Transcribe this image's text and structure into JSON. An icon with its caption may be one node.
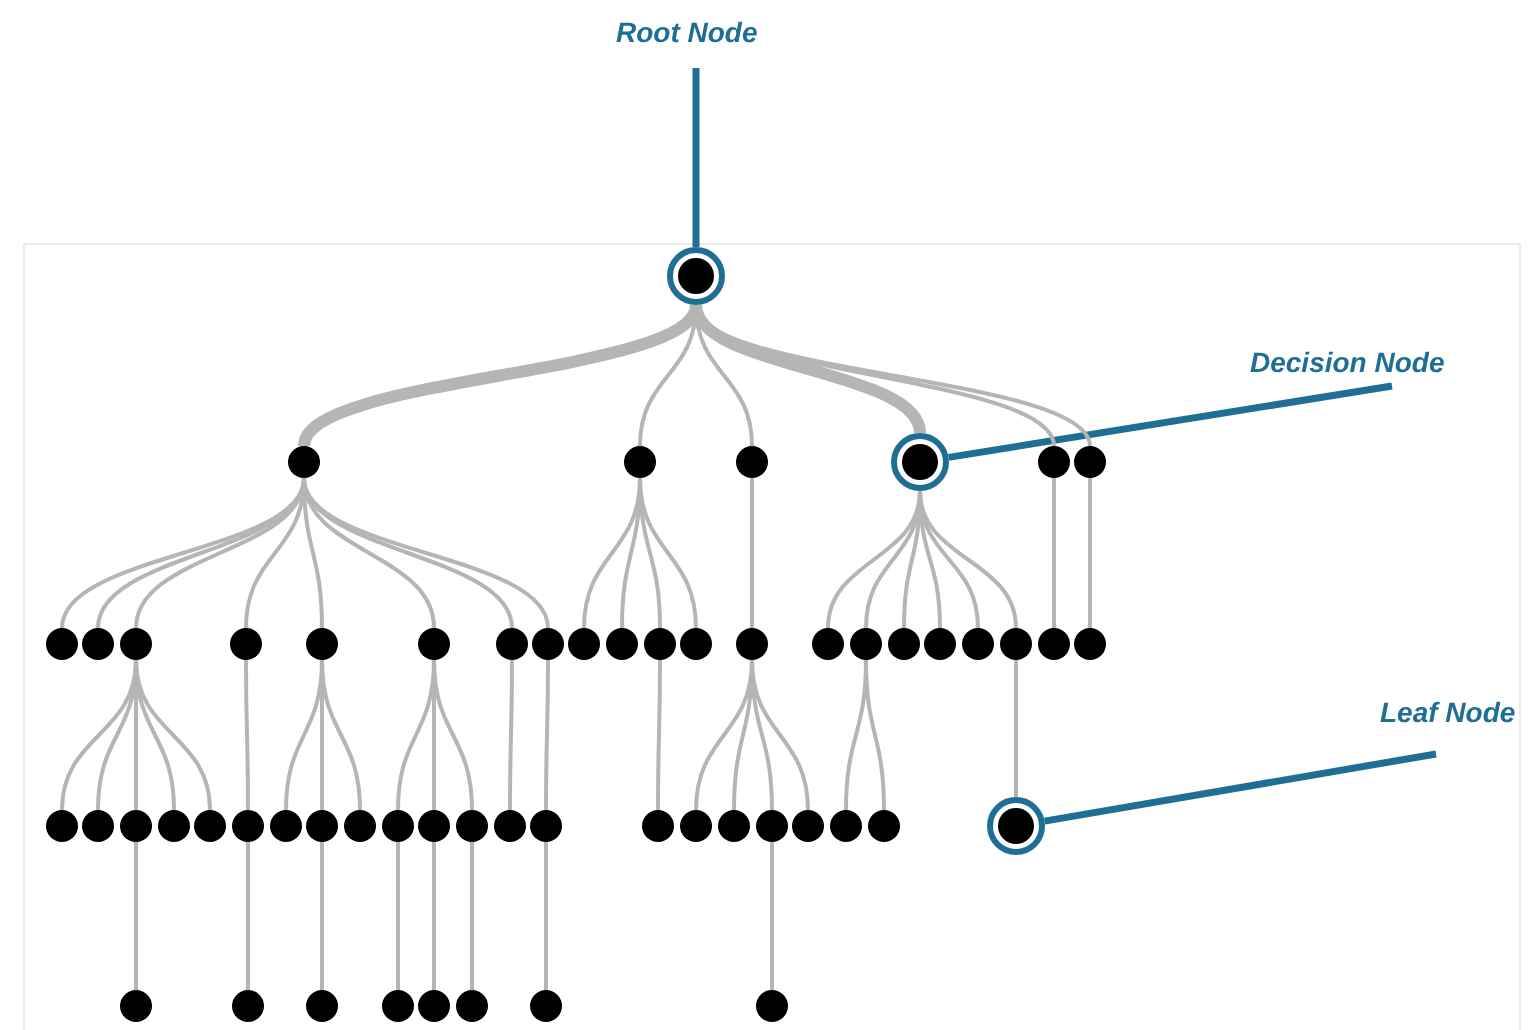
{
  "diagram": {
    "nodes": [
      {
        "text": [
          "Root Node"
        ]
      },
      {
        "text": [
          "Decision Node"
        ]
      },
      {
        "text": [
          "Leaf Node"
        ]
      },
      {
        "text": [],
        "shape": "circle"
      },
      {
        "text": [],
        "shape": "circle"
      },
      {
        "text": [],
        "shape": "circle"
      },
      {
        "text": [],
        "shape": "circle"
      },
      {
        "text": [],
        "shape": "circle"
      },
      {
        "text": [],
        "shape": "circle"
      },
      {
        "text": [],
        "shape": "circle"
      },
      {
        "text": [],
        "shape": "circle"
      },
      {
        "text": [],
        "shape": "circle"
      },
      {
        "text": [],
        "shape": "circle"
      },
      {
        "text": [],
        "shape": "circle"
      },
      {
        "text": [],
        "shape": "circle"
      },
      {
        "text": [],
        "shape": "circle"
      },
      {
        "text": [],
        "shape": "circle"
      },
      {
        "text": [],
        "shape": "circle"
      },
      {
        "text": [],
        "shape": "circle"
      },
      {
        "text": [],
        "shape": "circle"
      },
      {
        "text": [],
        "shape": "circle"
      },
      {
        "text": [],
        "shape": "circle"
      },
      {
        "text": [],
        "shape": "circle"
      },
      {
        "text": [],
        "shape": "circle"
      },
      {
        "text": [],
        "shape": "circle"
      },
      {
        "text": [],
        "shape": "circle"
      },
      {
        "text": [],
        "shape": "circle"
      },
      {
        "text": [],
        "shape": "circle"
      },
      {
        "text": [],
        "shape": "circle"
      },
      {
        "text": [],
        "shape": "circle"
      },
      {
        "text": [],
        "shape": "circle"
      },
      {
        "text": [],
        "shape": "circle"
      },
      {
        "text": [],
        "shape": "circle"
      },
      {
        "text": [],
        "shape": "circle"
      },
      {
        "text": [],
        "shape": "circle"
      },
      {
        "text": [],
        "shape": "circle"
      },
      {
        "text": [],
        "shape": "circle"
      },
      {
        "text": [],
        "shape": "circle"
      },
      {
        "text": [],
        "shape": "circle"
      },
      {
        "text": [],
        "shape": "circle"
      },
      {
        "text": [],
        "shape": "circle"
      },
      {
        "text": [],
        "shape": "circle"
      },
      {
        "text": [],
        "shape": "circle"
      },
      {
        "text": [],
        "shape": "circle"
      },
      {
        "text": [],
        "shape": "circle"
      },
      {
        "text": [],
        "shape": "circle"
      },
      {
        "text": [],
        "shape": "circle"
      },
      {
        "text": [],
        "shape": "circle"
      },
      {
        "text": [],
        "shape": "circle"
      },
      {
        "text": [],
        "shape": "circle"
      },
      {
        "text": [],
        "shape": "circle"
      },
      {
        "text": [],
        "shape": "circle"
      },
      {
        "text": [],
        "shape": "circle"
      },
      {
        "text": [],
        "shape": "circle"
      },
      {
        "text": [],
        "shape": "circle"
      },
      {
        "text": [],
        "shape": "circle"
      },
      {
        "text": [],
        "shape": "circle"
      },
      {
        "text": [],
        "shape": "circle"
      },
      {
        "text": [],
        "shape": "circle"
      },
      {
        "text": [],
        "shape": "circle"
      },
      {
        "text": [],
        "shape": "circle"
      }
    ],
    "edges": [
      {
        "from": 0,
        "to": 3,
        "arrow": "none",
        "color": "#1f6f95"
      },
      {
        "from": 1,
        "to": 7,
        "arrow": "none",
        "color": "#1f6f95"
      },
      {
        "from": 2,
        "to": 52,
        "arrow": "none",
        "color": "#1f6f95"
      },
      {
        "from": 3,
        "to": 4,
        "arrow": "none",
        "style": "thick"
      },
      {
        "from": 3,
        "to": 5,
        "arrow": "none"
      },
      {
        "from": 3,
        "to": 6,
        "arrow": "none"
      },
      {
        "from": 3,
        "to": 7,
        "arrow": "none",
        "style": "thick"
      },
      {
        "from": 3,
        "to": 8,
        "arrow": "none"
      },
      {
        "from": 3,
        "to": 9,
        "arrow": "none"
      },
      {
        "from": 4,
        "to": 10,
        "arrow": "none"
      },
      {
        "from": 4,
        "to": 11,
        "arrow": "none"
      },
      {
        "from": 4,
        "to": 12,
        "arrow": "none"
      },
      {
        "from": 4,
        "to": 13,
        "arrow": "none"
      },
      {
        "from": 4,
        "to": 14,
        "arrow": "none"
      },
      {
        "from": 4,
        "to": 15,
        "arrow": "none"
      },
      {
        "from": 4,
        "to": 16,
        "arrow": "none"
      },
      {
        "from": 4,
        "to": 17,
        "arrow": "none"
      },
      {
        "from": 5,
        "to": 18,
        "arrow": "none"
      },
      {
        "from": 5,
        "to": 19,
        "arrow": "none"
      },
      {
        "from": 5,
        "to": 20,
        "arrow": "none"
      },
      {
        "from": 5,
        "to": 21,
        "arrow": "none"
      },
      {
        "from": 6,
        "to": 22,
        "arrow": "none"
      },
      {
        "from": 7,
        "to": 23,
        "arrow": "none"
      },
      {
        "from": 7,
        "to": 24,
        "arrow": "none"
      },
      {
        "from": 7,
        "to": 25,
        "arrow": "none"
      },
      {
        "from": 7,
        "to": 26,
        "arrow": "none"
      },
      {
        "from": 7,
        "to": 27,
        "arrow": "none"
      },
      {
        "from": 7,
        "to": 28,
        "arrow": "none"
      },
      {
        "from": 8,
        "to": 29,
        "arrow": "none"
      },
      {
        "from": 9,
        "to": 30,
        "arrow": "none"
      },
      {
        "from": 12,
        "to": 31,
        "arrow": "none"
      },
      {
        "from": 12,
        "to": 32,
        "arrow": "none"
      },
      {
        "from": 12,
        "to": 33,
        "arrow": "none"
      },
      {
        "from": 12,
        "to": 34,
        "arrow": "none"
      },
      {
        "from": 12,
        "to": 35,
        "arrow": "none"
      },
      {
        "from": 13,
        "to": 36,
        "arrow": "none"
      },
      {
        "from": 14,
        "to": 37,
        "arrow": "none"
      },
      {
        "from": 14,
        "to": 38,
        "arrow": "none"
      },
      {
        "from": 14,
        "to": 39,
        "arrow": "none"
      },
      {
        "from": 15,
        "to": 40,
        "arrow": "none"
      },
      {
        "from": 15,
        "to": 41,
        "arrow": "none"
      },
      {
        "from": 15,
        "to": 42,
        "arrow": "none"
      },
      {
        "from": 16,
        "to": 43,
        "arrow": "none"
      },
      {
        "from": 17,
        "to": 44,
        "arrow": "none"
      },
      {
        "from": 20,
        "to": 45,
        "arrow": "none"
      },
      {
        "from": 22,
        "to": 46,
        "arrow": "none"
      },
      {
        "from": 22,
        "to": 47,
        "arrow": "none"
      },
      {
        "from": 22,
        "to": 48,
        "arrow": "none"
      },
      {
        "from": 22,
        "to": 49,
        "arrow": "none"
      },
      {
        "from": 24,
        "to": 50,
        "arrow": "none"
      },
      {
        "from": 24,
        "to": 51,
        "arrow": "none"
      },
      {
        "from": 28,
        "to": 52,
        "arrow": "none"
      },
      {
        "from": 33,
        "to": 53,
        "arrow": "none"
      },
      {
        "from": 36,
        "to": 54,
        "arrow": "none"
      },
      {
        "from": 38,
        "to": 55,
        "arrow": "none"
      },
      {
        "from": 40,
        "to": 56,
        "arrow": "none"
      },
      {
        "from": 41,
        "to": 57,
        "arrow": "none"
      },
      {
        "from": 42,
        "to": 58,
        "arrow": "none"
      },
      {
        "from": 44,
        "to": 59,
        "arrow": "none"
      },
      {
        "from": 48,
        "to": 60,
        "arrow": "none"
      }
    ]
  }
}
